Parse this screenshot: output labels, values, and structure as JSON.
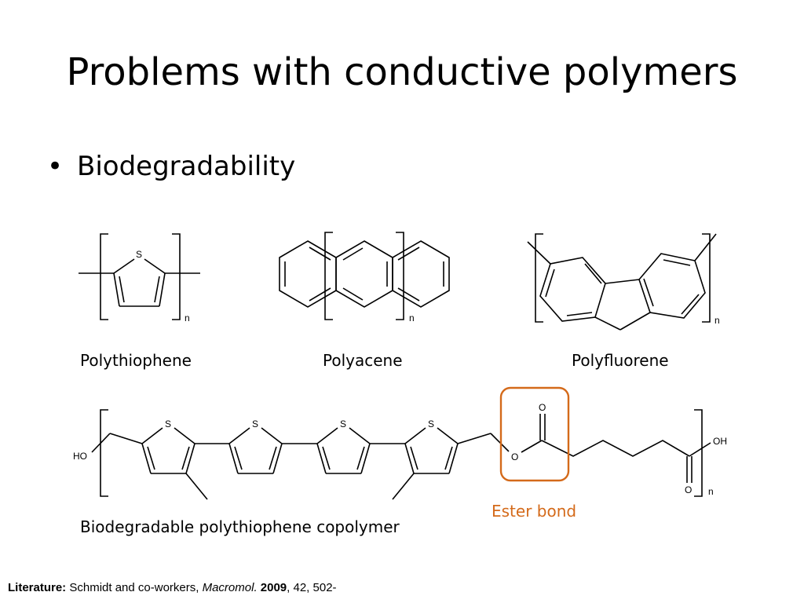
{
  "slide": {
    "title": "Problems with conductive polymers",
    "bullet_glyph": "•",
    "bullet_text": "Biodegradability"
  },
  "structures": {
    "polythiophene": {
      "caption": "Polythiophene",
      "atom_s": "S",
      "repeat": "n"
    },
    "polyacene": {
      "caption": "Polyacene",
      "repeat": "n"
    },
    "polyfluorene": {
      "caption": "Polyfluorene",
      "repeat": "n"
    },
    "copolymer": {
      "caption": "Biodegradable polythiophene copolymer",
      "atom_s": "S",
      "atom_o": "O",
      "group_ho": "HO",
      "group_oh": "OH",
      "repeat": "n",
      "ester_label": "Ester bond"
    }
  },
  "literature": {
    "label": "Literature:",
    "authors": " Schmidt and co-workers, ",
    "journal": "Macromol.",
    "year": "2009",
    "rest": ", 42, 502-"
  },
  "colors": {
    "ester_highlight": "#d46a1a",
    "text": "#000000",
    "background": "#ffffff"
  }
}
